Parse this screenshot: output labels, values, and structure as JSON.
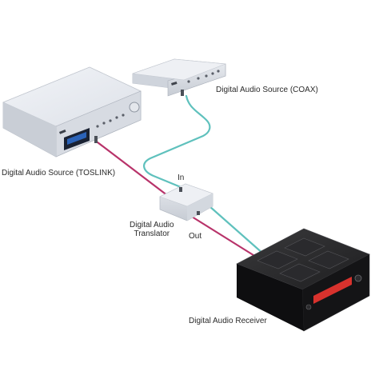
{
  "labels": {
    "coax_source": "Digital Audio Source (COAX)",
    "toslink_source": "Digital Audio Source (TOSLINK)",
    "translator_in": "In",
    "translator_line1": "Digital Audio",
    "translator_line2": "Translator",
    "translator_out": "Out",
    "receiver": "Digital Audio Receiver"
  },
  "colors": {
    "toslink_cable": "#b8336a",
    "coax_cable": "#5fc1bd",
    "receiver_display": "#d8322d"
  }
}
